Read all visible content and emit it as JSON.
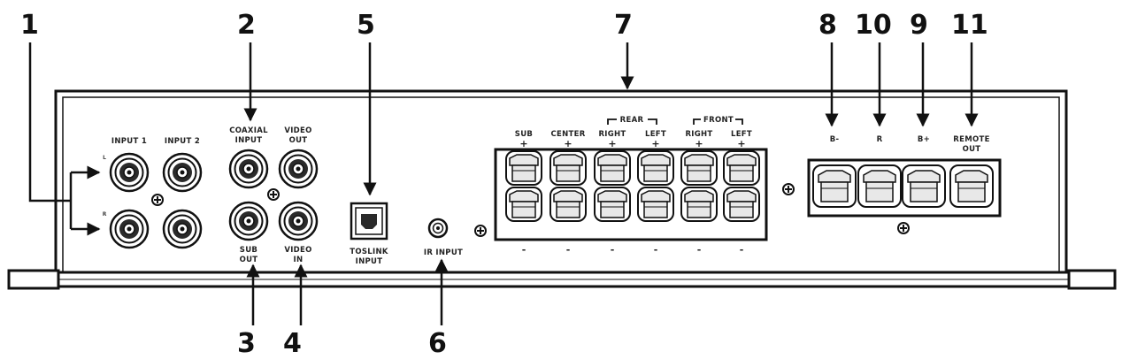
{
  "callouts": {
    "c1": "1",
    "c2": "2",
    "c3": "3",
    "c4": "4",
    "c5": "5",
    "c6": "6",
    "c7": "7",
    "c8": "8",
    "c9": "9",
    "c10": "10",
    "c11": "11"
  },
  "labels": {
    "input1": "INPUT 1",
    "input2": "INPUT 2",
    "coaxial_line1": "COAXIAL",
    "coaxial_line2": "INPUT",
    "video_out_line1": "VIDEO",
    "video_out_line2": "OUT",
    "sub_out_line1": "SUB",
    "sub_out_line2": "OUT",
    "video_in_line1": "VIDEO",
    "video_in_line2": "IN",
    "toslink_line1": "TOSLINK",
    "toslink_line2": "INPUT",
    "ir_input": "IR INPUT",
    "rca_left": "L",
    "rca_right": "R"
  },
  "speakers": {
    "rear_group": "REAR",
    "front_group": "FRONT",
    "channels": [
      {
        "label": "SUB",
        "plus": "+",
        "minus": "-"
      },
      {
        "label": "CENTER",
        "plus": "+",
        "minus": "-"
      },
      {
        "label": "RIGHT",
        "plus": "+",
        "minus": "-"
      },
      {
        "label": "LEFT",
        "plus": "+",
        "minus": "-"
      },
      {
        "label": "RIGHT",
        "plus": "+",
        "minus": "-"
      },
      {
        "label": "LEFT",
        "plus": "+",
        "minus": "-"
      }
    ]
  },
  "power": {
    "terminals": [
      {
        "line1": "B-",
        "line2": ""
      },
      {
        "line1": "R",
        "line2": ""
      },
      {
        "line1": "B+",
        "line2": ""
      },
      {
        "line1": "REMOTE",
        "line2": "OUT"
      }
    ]
  },
  "colors": {
    "ink": "#111111",
    "panel": "#ffffff",
    "terminal_fill": "#e8e8e8"
  }
}
